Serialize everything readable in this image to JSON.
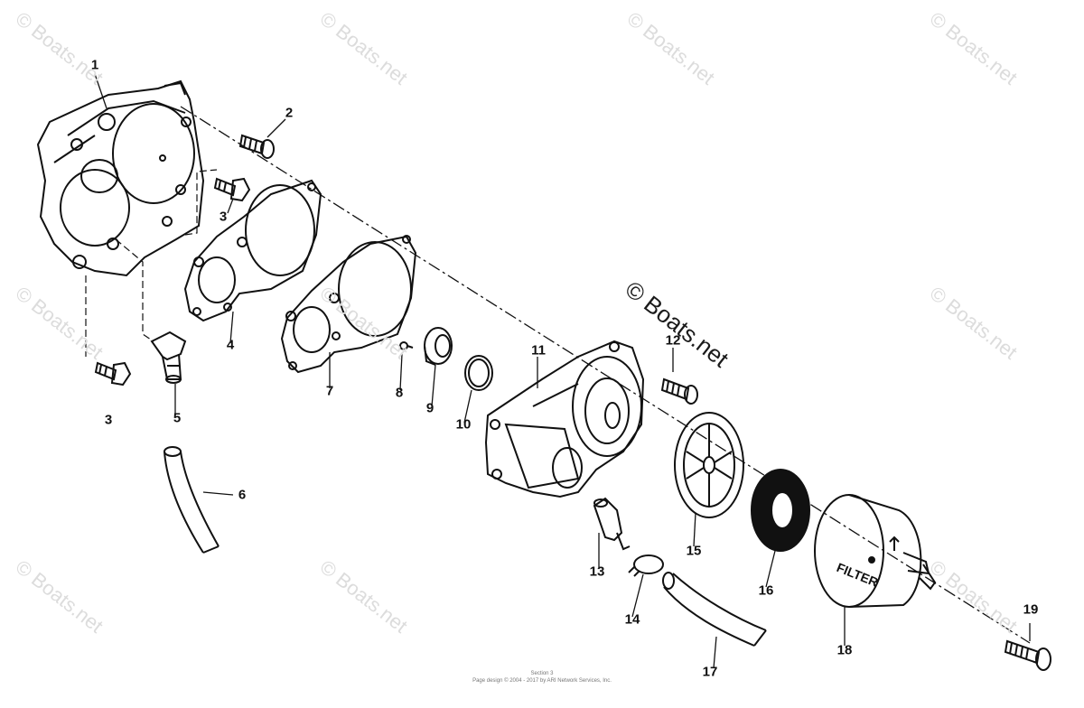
{
  "callouts": [
    "1",
    "2",
    "3",
    "3",
    "4",
    "5",
    "6",
    "7",
    "8",
    "9",
    "10",
    "11",
    "12",
    "13",
    "14",
    "15",
    "16",
    "17",
    "18",
    "19"
  ],
  "filter_label": "FILTER",
  "watermark": "© Boats.net",
  "footer": {
    "title": "Section 3",
    "copyright": "Page design © 2004 - 2017 by ARI Network Services, Inc."
  },
  "colors": {
    "ink": "#111111",
    "watermark": "#dcdcdc",
    "paper": "#ffffff"
  }
}
